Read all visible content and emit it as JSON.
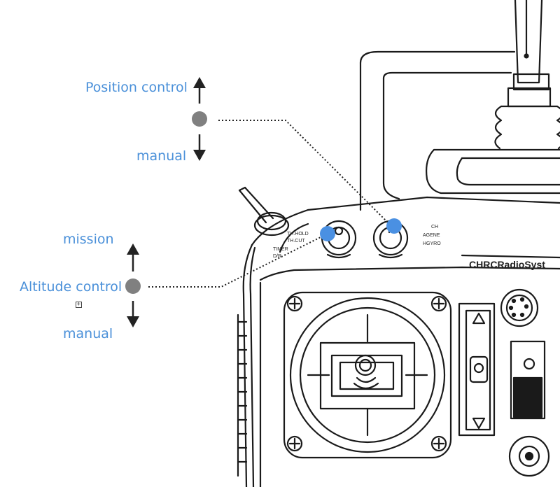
{
  "labels": {
    "position_control": "Position control",
    "position_manual": "manual",
    "mission": "mission",
    "altitude_control": "Altitude control",
    "altitude_manual": "manual"
  },
  "device": {
    "switch_left_line1": "TH.HOLD",
    "switch_left_line2": "TH.CUT",
    "switch_left_line3": "TIMER",
    "switch_left_line4": "D/R",
    "switch_right_line1": "CH",
    "switch_right_line2": "AGENE",
    "switch_right_line3": "HGYRO",
    "brand": "CHRCRadioSyst"
  },
  "colors": {
    "label_blue": "#4a90d9",
    "marker_blue": "#4a90e2",
    "marker_grey": "#808080",
    "line": "#222222"
  }
}
